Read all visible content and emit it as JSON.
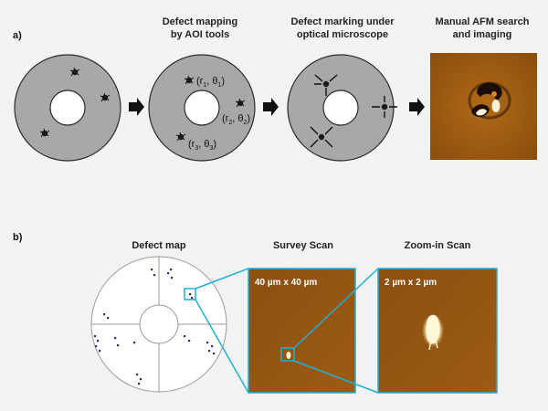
{
  "panels": {
    "a": "a)",
    "b": "b)"
  },
  "row_a": {
    "step1_title": "",
    "step2_title_l1": "Defect mapping",
    "step2_title_l2": "by AOI tools",
    "step3_title_l1": "Defect marking under",
    "step3_title_l2": "optical microscope",
    "step4_title_l1": "Manual AFM search",
    "step4_title_l2": "and imaging",
    "coords": [
      {
        "r": "r",
        "r_sub": "1",
        "t": "θ",
        "t_sub": "1"
      },
      {
        "r": "r",
        "r_sub": "2",
        "t": "θ",
        "t_sub": "2"
      },
      {
        "r": "r",
        "r_sub": "3",
        "t": "θ",
        "t_sub": "3"
      }
    ]
  },
  "row_b": {
    "defect_map_title": "Defect map",
    "survey_title": "Survey Scan",
    "zoom_title": "Zoom-in Scan",
    "survey_label": "40 µm x 40 µm",
    "zoom_label": "2 µm x 2 µm"
  },
  "colors": {
    "wafer_fill": "#a8a8a8",
    "wafer_edge": "#2b2b2b",
    "afm_brown": "#9a5a12",
    "highlight": "#1fb0d8",
    "defect_dot": "#2c2c7a"
  },
  "icons": [
    "arrow-right-icon",
    "defect-icon",
    "marker-cross-icon"
  ]
}
